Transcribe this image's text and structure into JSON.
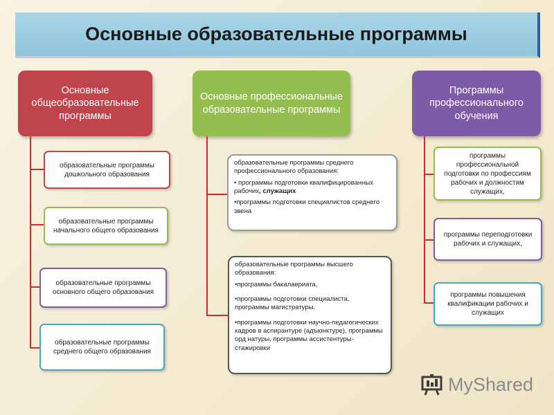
{
  "title": "Основные образовательные программы",
  "columns": [
    {
      "header": "Основные общеобразовательные программы",
      "items": [
        "образовательные программы дошкольного образования",
        "образовательные программы начального общего образования",
        "образовательные программы основного общего образования",
        "образовательные программы среднего общего образования"
      ]
    },
    {
      "header": "Основные профессиональные образовательные программы",
      "box1": {
        "intro": "образовательные программы среднего профессионального образования:",
        "bullet1": "• программы подготовки квалифицированных рабочих",
        "bullet1_extra": ", служащих",
        "bullet2": "•программы подготовки специалистов среднего звена"
      },
      "box2": {
        "intro": "образовательные программы высшего образования:",
        "bullet1": "•программы бакалавриата,",
        "bullet2": "•программы подготовки специалиста, программы магистратуры,",
        "bullet3": "•программы подготовки научно-педагогических кадров в аспирантуре (адъюнктуре), программы орд натуры, программы ассистентуры-стажировки"
      }
    },
    {
      "header": "Программы профессионального обучения",
      "items": [
        "программы профессиональной подготовки по профессиям рабочих и должностям служащих,",
        "программы переподготовки рабочих и служащих,",
        "программы повышения квалификации рабочих и служащих"
      ]
    }
  ],
  "watermark": "MyShared"
}
